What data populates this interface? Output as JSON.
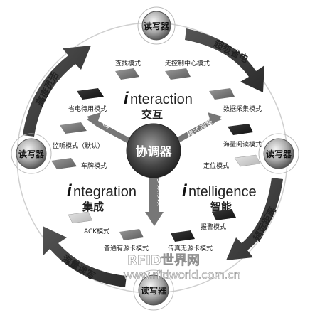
{
  "nodes": {
    "top": "读写器",
    "left": "读写器",
    "right": "读写器",
    "bottom": "读写器"
  },
  "arrows": {
    "top_right": "超级省电",
    "right_bottom": "超远距离",
    "bottom_left": "海量读写",
    "left_top": "高度灵活"
  },
  "center": {
    "label": "协调器",
    "spoke_left": "空中指令",
    "spoke_right": "模式调整",
    "spoke_down": "参数修改"
  },
  "sections": {
    "interaction": {
      "initial": "i",
      "rest": "nteraction",
      "zh": "交互"
    },
    "integration": {
      "initial": "i",
      "rest": "ntegration",
      "zh": "集成"
    },
    "intelligence": {
      "initial": "i",
      "rest": "ntelligence",
      "zh": "智能"
    }
  },
  "modes": {
    "search": "查找模式",
    "no_control_center": "无控制中心模式",
    "power_save_standby": "省电待用模式",
    "data_collect": "数据采集模式",
    "listen_default": "监听模式（默认）",
    "mass_read": "海量阅读模式",
    "plate": "车牌模式",
    "locate": "定位模式",
    "alarm": "报警模式",
    "ack": "ACK模式",
    "normal_active_card": "普通有源卡模式",
    "transmit": "传真无源卡模式"
  },
  "watermark": {
    "brand": "RFID世界网",
    "url": "www.rfidworld.com.cn"
  }
}
